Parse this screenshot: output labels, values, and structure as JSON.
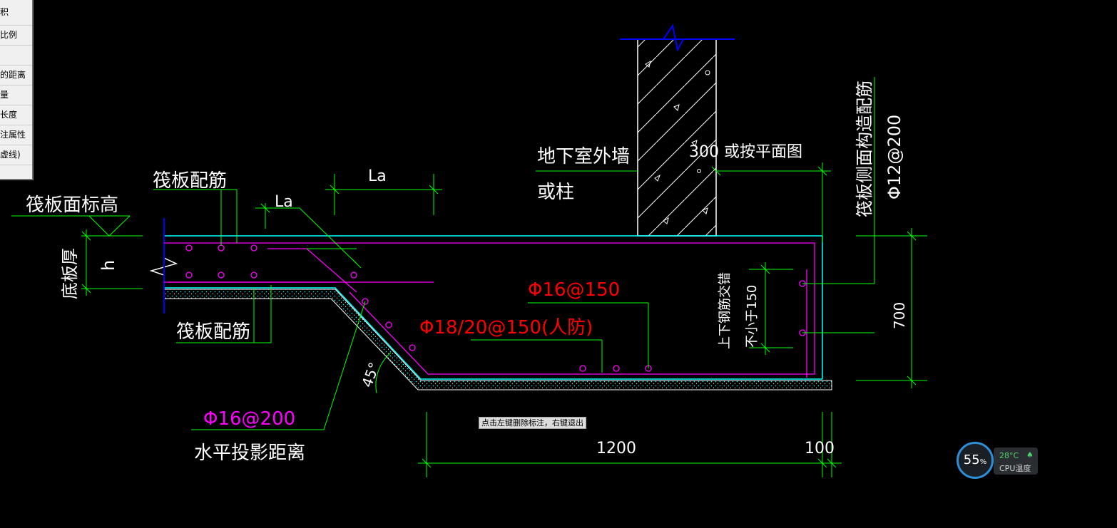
{
  "side_menu": {
    "items": [
      {
        "label": "积"
      },
      {
        "label": "比例"
      },
      {
        "label": ""
      },
      {
        "label": "的距离"
      },
      {
        "label": "量"
      },
      {
        "label": "长度"
      },
      {
        "label": "注属性"
      },
      {
        "label": "虚线)"
      }
    ]
  },
  "drawing": {
    "labels": {
      "raft_top_elevation": "筏板面标高",
      "raft_reinf_top": "筏板配筋",
      "raft_reinf_bottom": "筏板配筋",
      "slab_thickness": "底板厚",
      "h": "h",
      "la_1": "La",
      "la_2": "La",
      "wall": "地下室外墙",
      "wall_2": "或柱",
      "wall_width": "300 或按平面图",
      "side_reinf": "筏板侧面构造配筋",
      "side_reinf_spec": "Φ12@200",
      "rebar_150": "Φ16@150",
      "rebar_1820": "Φ18/20@150(人防)",
      "rebar_200": "Φ16@200",
      "horiz_proj": "水平投影距离",
      "angle": "45°",
      "stagger_1": "上下钢筋交错",
      "stagger_2": "不小于150",
      "dim_700": "700",
      "dim_1200": "1200",
      "dim_100": "100"
    },
    "colors": {
      "background": "#000000",
      "outline": "#00ffff",
      "rebar": "#ff00ff",
      "dimension": "#00ff00",
      "text": "#ffffff",
      "red_text": "#ff0000",
      "blue": "#0000ff"
    }
  },
  "status_tip": "点击左键删除标注，右键退出",
  "cpu_widget": {
    "percent": "55",
    "percent_unit": "%",
    "temperature": "28°C",
    "label": "CPU温度"
  }
}
